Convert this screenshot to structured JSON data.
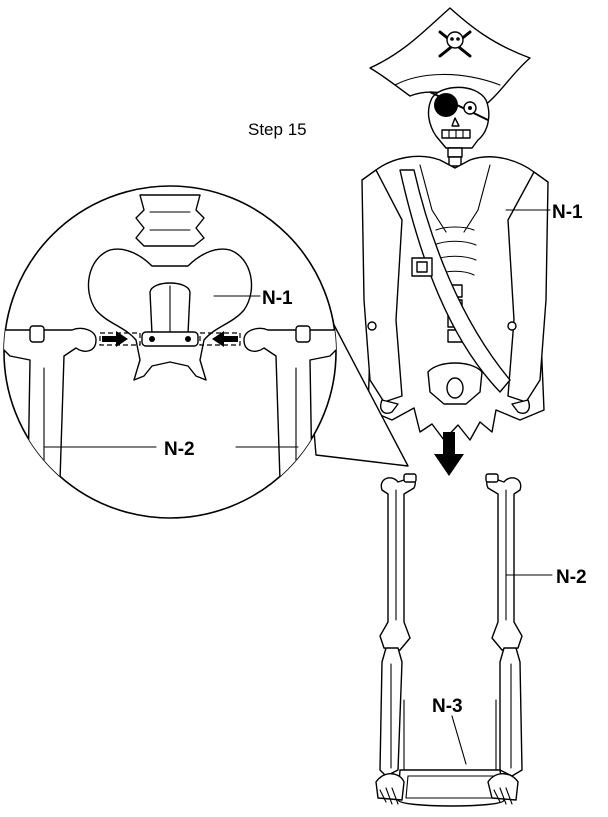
{
  "step": "Step 15",
  "labels": {
    "n1_main": "N-1",
    "n1_detail": "N-1",
    "n2_main": "N-2",
    "n2_detail": "N-2",
    "n3": "N-3"
  }
}
